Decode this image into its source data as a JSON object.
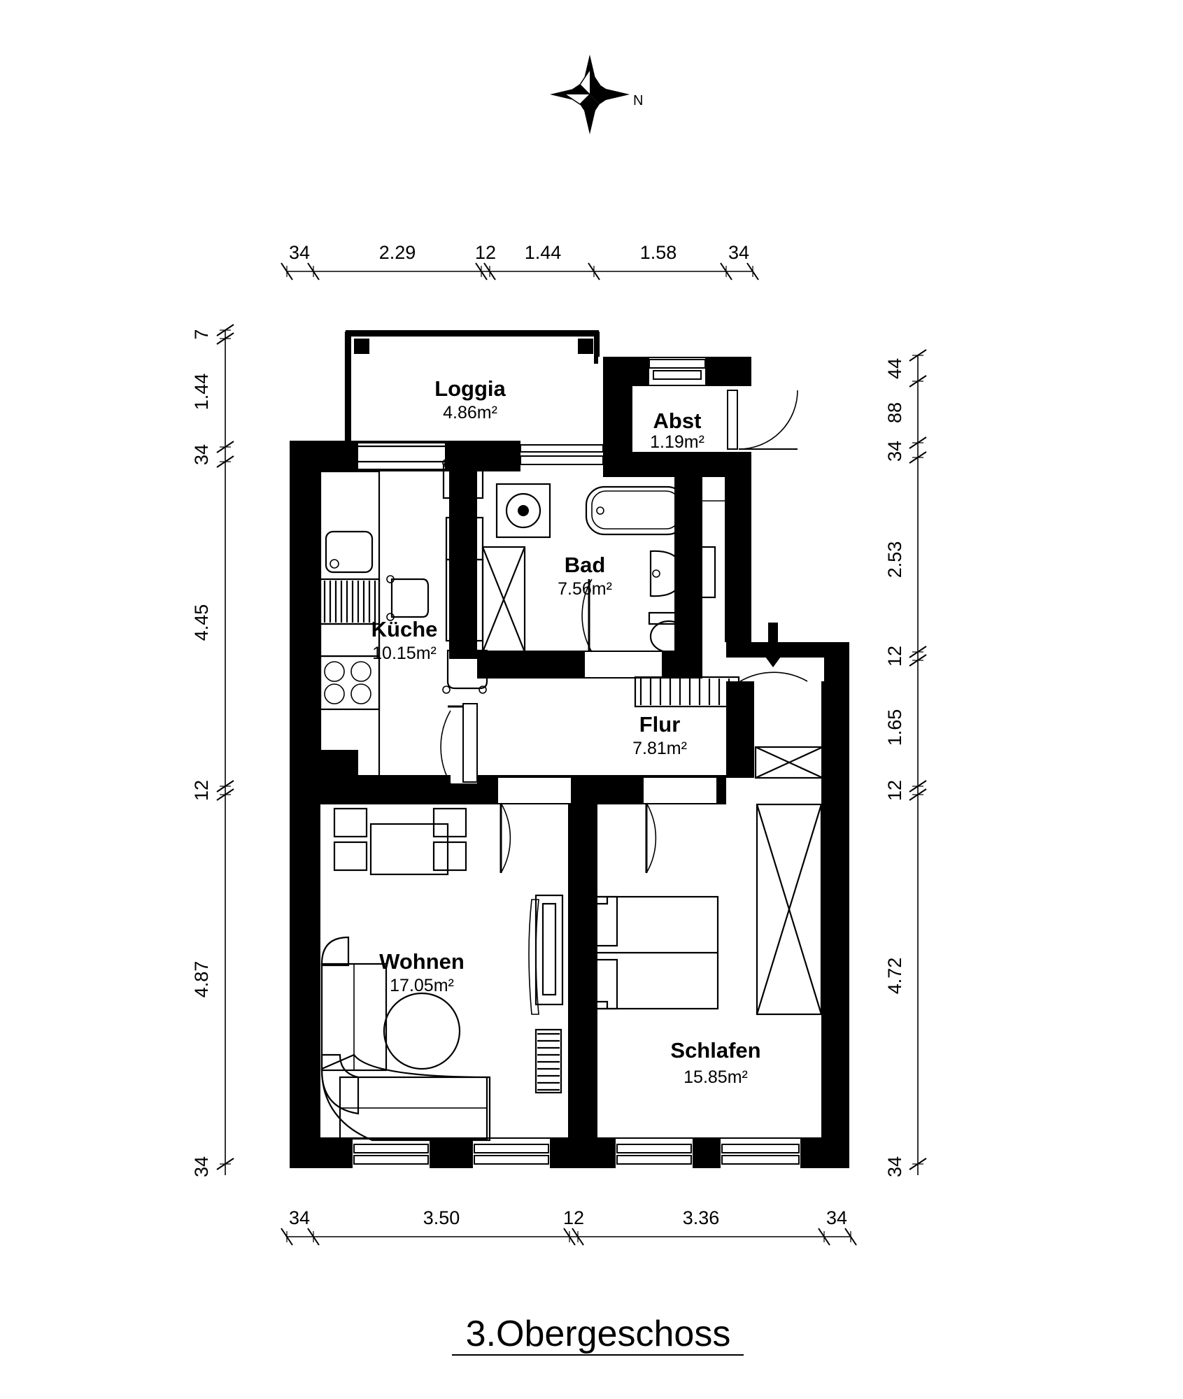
{
  "plan": {
    "title": "3.Obergeschoss",
    "compass_label": "N",
    "compass_icon": "compass-rose-icon",
    "entry_icon": "entrance-arrow-icon"
  },
  "rooms": [
    {
      "key": "loggia",
      "name": "Loggia",
      "area": "4.86m²"
    },
    {
      "key": "abst",
      "name": "Abst",
      "area": "1.19m²"
    },
    {
      "key": "kueche",
      "name": "Küche",
      "area": "10.15m²"
    },
    {
      "key": "bad",
      "name": "Bad",
      "area": "7.56m²"
    },
    {
      "key": "flur",
      "name": "Flur",
      "area": "7.81m²"
    },
    {
      "key": "wohnen",
      "name": "Wohnen",
      "area": "17.05m²"
    },
    {
      "key": "schlafen",
      "name": "Schlafen",
      "area": "15.85m²"
    }
  ],
  "dimensions": {
    "top": [
      "34",
      "2.29",
      "12",
      "1.44",
      "1.58",
      "34"
    ],
    "bottom": [
      "34",
      "3.50",
      "12",
      "3.36",
      "34"
    ],
    "left": [
      "7",
      "1.44",
      "34",
      "4.45",
      "12",
      "4.87",
      "34"
    ],
    "right": [
      "44",
      "88",
      "34",
      "2.53",
      "12",
      "1.65",
      "12",
      "4.72",
      "34"
    ]
  },
  "colors": {
    "wall": "#000000",
    "background": "#ffffff",
    "line": "#000000"
  }
}
